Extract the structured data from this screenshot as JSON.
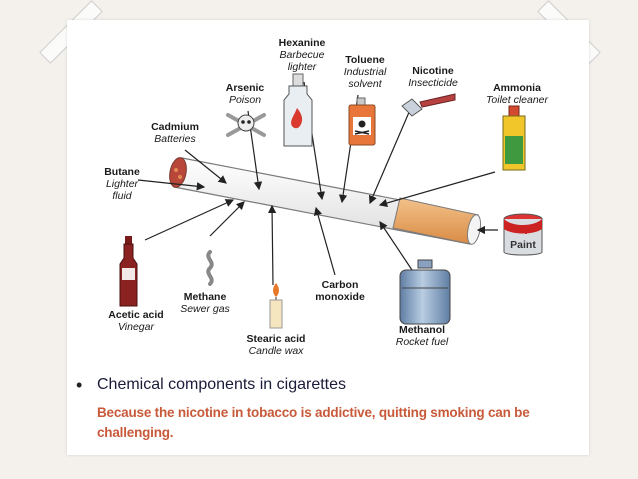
{
  "labels": {
    "hexanine": {
      "name": "Hexanine",
      "sub": [
        "Barbecue",
        "lighter"
      ]
    },
    "toluene": {
      "name": "Toluene",
      "sub": [
        "Industrial",
        "solvent"
      ]
    },
    "arsenic": {
      "name": "Arsenic",
      "sub": [
        "Poison"
      ]
    },
    "nicotine": {
      "name": "Nicotine",
      "sub": [
        "Insecticide"
      ]
    },
    "ammonia": {
      "name": "Ammonia",
      "sub": [
        "Toilet cleaner"
      ]
    },
    "cadmium": {
      "name": "Cadmium",
      "sub": [
        "Batteries"
      ]
    },
    "butane": {
      "name": "Butane",
      "sub": [
        "Lighter",
        "fluid"
      ]
    },
    "acetic_acid": {
      "name": "Acetic acid",
      "sub": [
        "Vinegar"
      ]
    },
    "methane": {
      "name": "Methane",
      "sub": [
        "Sewer gas"
      ]
    },
    "stearic_acid": {
      "name": "Stearic acid",
      "sub": [
        "Candle wax"
      ]
    },
    "carbon_monoxide": {
      "name": "Carbon",
      "sub": [
        "monoxide"
      ]
    },
    "methanol": {
      "name": "Methanol",
      "sub": [
        "Rocket fuel"
      ]
    }
  },
  "paint_can_label": "Paint",
  "caption": {
    "bullet": "•",
    "heading": "Chemical components in cigarettes",
    "subtext": "Because the nicotine in tobacco is addictive, quitting smoking can be challenging."
  },
  "colors": {
    "caption_heading": "#1b1b3a",
    "caption_sub": "#c85a3a",
    "filter": "#e8a15a",
    "ember": "#b8473a"
  }
}
